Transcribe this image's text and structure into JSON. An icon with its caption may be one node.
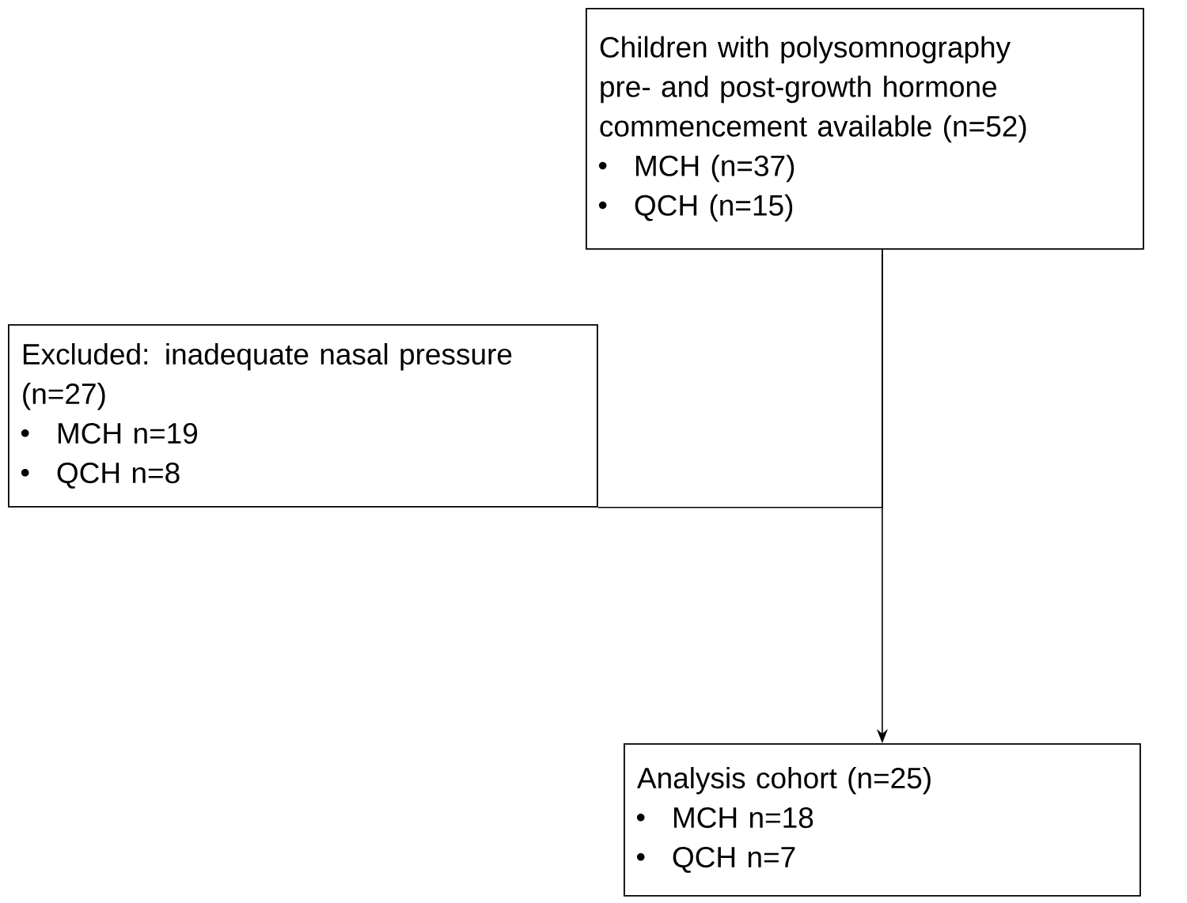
{
  "diagram": {
    "nodes": [
      {
        "text": [
          "Children with polysomnography pre- and post-growth hormone commencement available (n=52)",
          "MCH (n=37)",
          "QCH (n=15)"
        ]
      },
      {
        "text": [
          "Excluded: inadequate nasal pressure (n=27)",
          "MCH n=19",
          "QCH n=8"
        ]
      },
      {
        "text": [
          "Analysis cohort (n=25)",
          "MCH n=18",
          "QCH n=7"
        ]
      }
    ],
    "edges": [
      {
        "from": 0,
        "to": 2,
        "arrow": "to"
      },
      {
        "from": 0,
        "to": 1,
        "arrow": "none"
      }
    ]
  }
}
